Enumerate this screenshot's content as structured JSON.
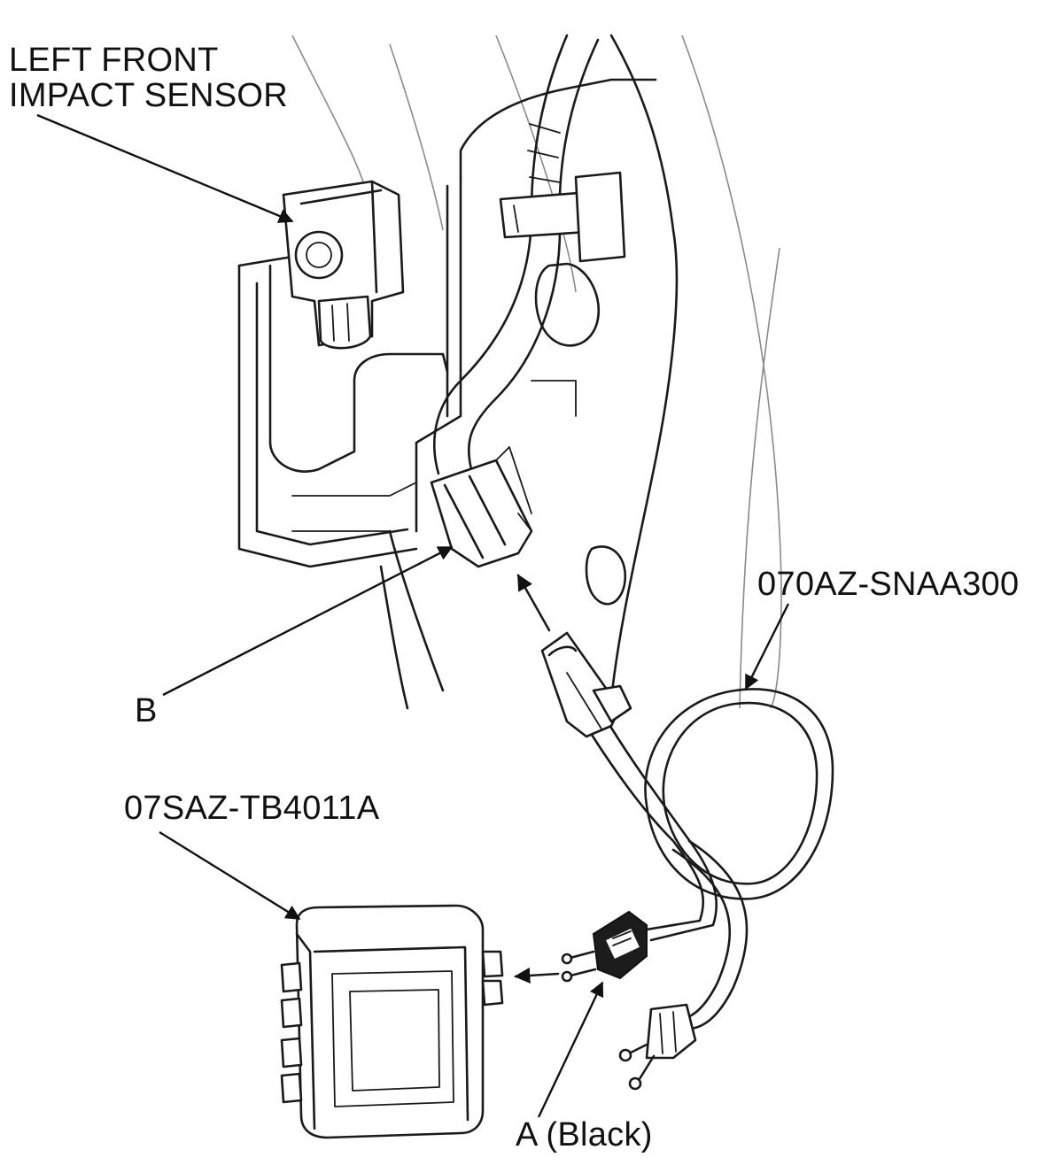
{
  "labels": {
    "sensor_line1": "LEFT FRONT",
    "sensor_line2": "IMPACT SENSOR",
    "harness": "070AZ-SNAA300",
    "connector_b": "B",
    "tester": "07SAZ-TB4011A",
    "connector_a": "A (Black)"
  }
}
